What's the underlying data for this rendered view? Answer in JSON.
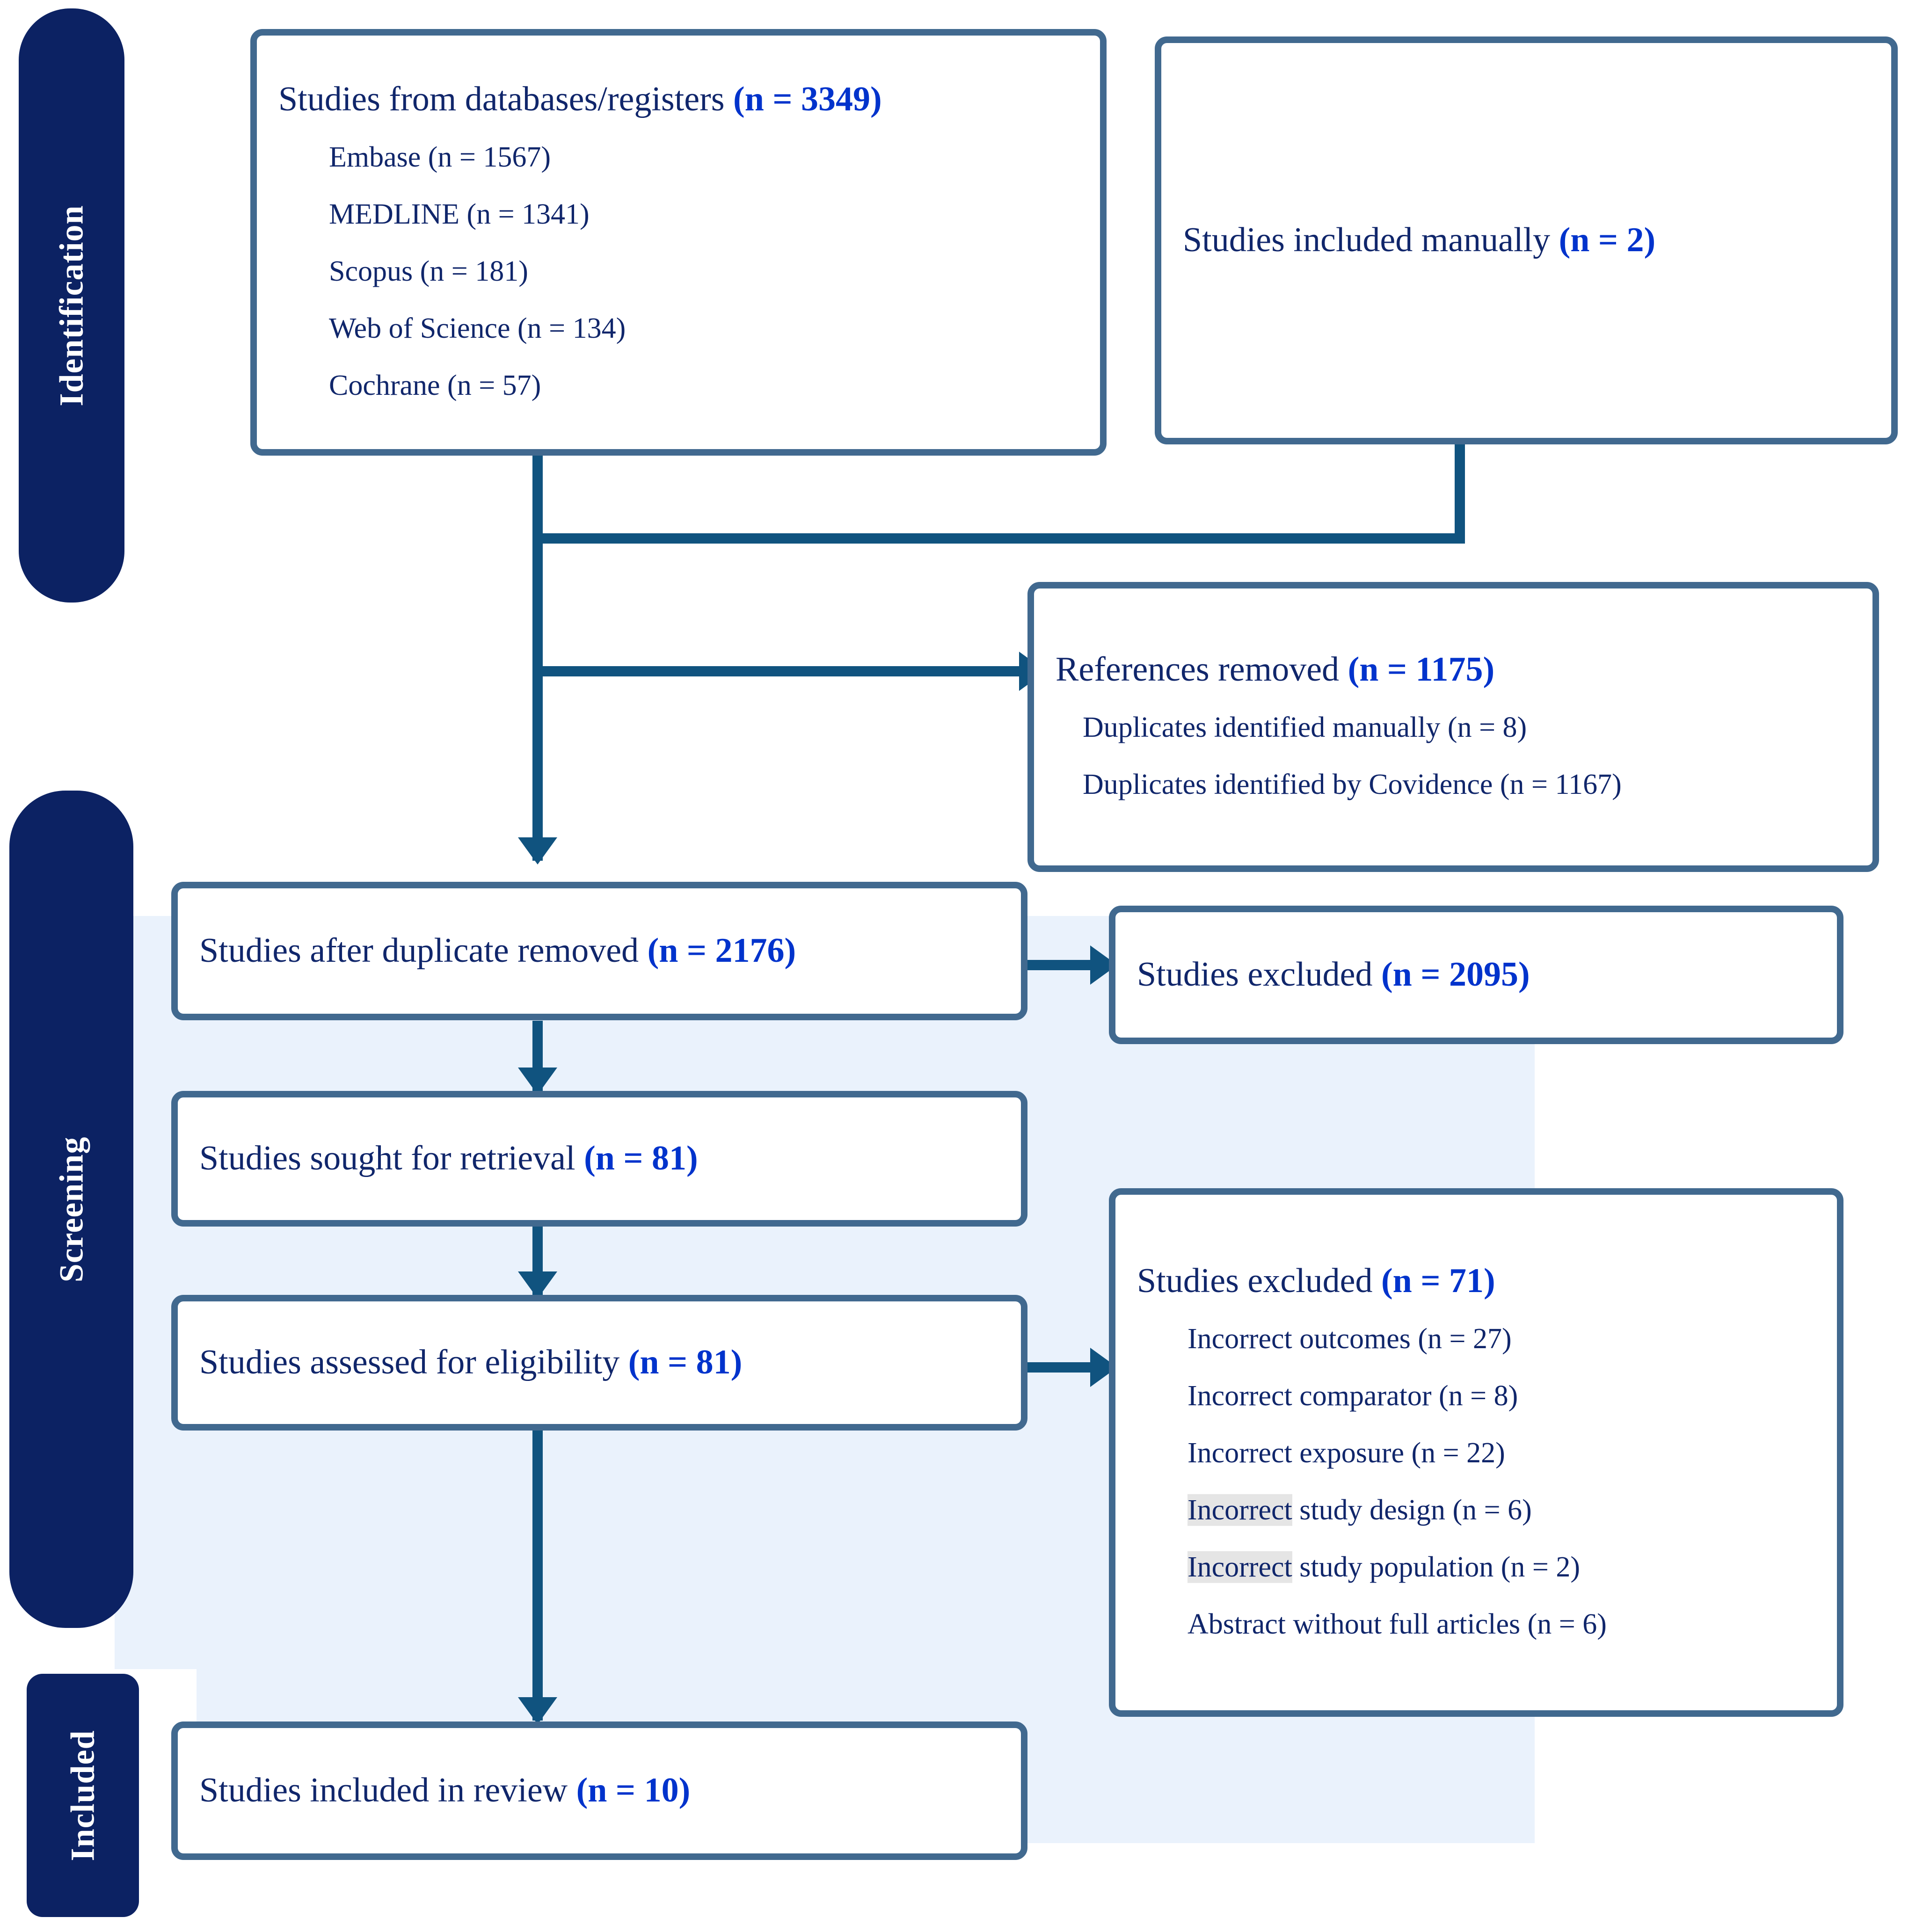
{
  "diagram": {
    "type": "prisma-flow-diagram",
    "colors": {
      "stage_bar": "#0c2263",
      "box_border": "#41698f",
      "connector": "#10537f",
      "text": "#10266b",
      "count_accent": "#0033cc",
      "screening_shade": "#eaf2fc",
      "highlight": "#e5e5e5"
    }
  },
  "stages": [
    {
      "id": "identification",
      "label": "Identification"
    },
    {
      "id": "screening",
      "label": "Screening"
    },
    {
      "id": "included",
      "label": "Included"
    }
  ],
  "boxes": {
    "databases": {
      "title_text": "Studies from databases/registers ",
      "title_count": "(n = 3349)",
      "items": [
        "Embase (n = 1567)",
        "MEDLINE (n = 1341)",
        "Scopus (n = 181)",
        "Web of Science (n = 134)",
        "Cochrane (n = 57)"
      ]
    },
    "manual": {
      "title_text": "Studies included manually ",
      "title_count": "(n = 2)"
    },
    "references_removed": {
      "title_text": "References removed ",
      "title_count": "(n = 1175)",
      "items": [
        "Duplicates identified manually (n = 8)",
        "Duplicates identified by Covidence (n = 1167)"
      ]
    },
    "after_duplicates": {
      "title_text": "Studies after duplicate removed ",
      "title_count": "(n = 2176)"
    },
    "excluded_screening": {
      "title_text": "Studies excluded ",
      "title_count": "(n = 2095)"
    },
    "sought_retrieval": {
      "title_text": "Studies sought for retrieval ",
      "title_count": "(n = 81)"
    },
    "assessed_eligibility": {
      "title_text": "Studies assessed for eligibility ",
      "title_count": "(n = 81)"
    },
    "excluded_eligibility": {
      "title_text": "Studies excluded ",
      "title_count": "(n = 71)",
      "items": [
        {
          "highlight": "",
          "rest": "Incorrect outcomes (n = 27)"
        },
        {
          "highlight": "",
          "rest": "Incorrect comparator (n = 8)"
        },
        {
          "highlight": "",
          "rest": "Incorrect exposure    (n = 22)"
        },
        {
          "highlight": "Incorrect",
          "rest": " study design (n = 6)"
        },
        {
          "highlight": "Incorrect",
          "rest": " study population (n = 2)"
        },
        {
          "highlight": "",
          "rest": "Abstract without full articles (n = 6)"
        }
      ]
    },
    "included_review": {
      "title_text": "Studies included in review ",
      "title_count": "(n = 10)"
    }
  }
}
